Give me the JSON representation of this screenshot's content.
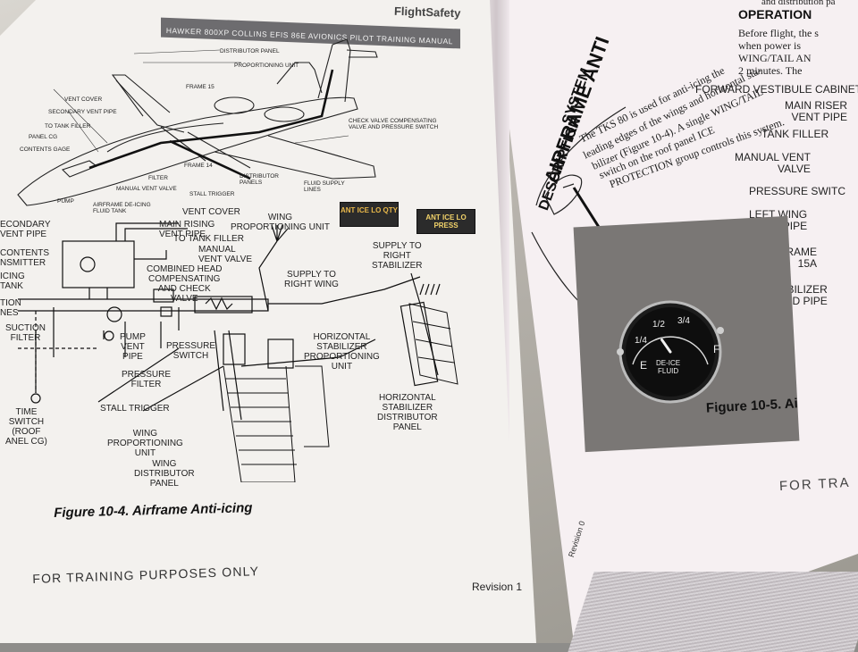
{
  "left_page": {
    "brand": "FlightSafety",
    "header": "HAWKER 800XP COLLINS EFIS 86E AVIONICS  PILOT TRAINING MANUAL",
    "diagram_top_labels": [
      "DISTRIBUTOR PANEL",
      "PROPORTIONING UNIT",
      "FRAME 15",
      "VENT COVER",
      "SECONDARY VENT PIPE",
      "TO TANK FILLER",
      "PANEL CG",
      "CONTENTS GAGE",
      "CHECK VALVE COMPENSATING VALVE AND PRESSURE SWITCH",
      "FRAME 14",
      "FILTER",
      "DISTRIBUTOR PANELS",
      "FLUID SUPPLY LINES",
      "PUMP",
      "MANUAL VENT VALVE",
      "AIRFRAME DE-ICING FLUID TANK",
      "STALL TRIGGER"
    ],
    "annunciators": [
      "ANT ICE LO QTY",
      "ANT ICE LO PRESS"
    ],
    "schematic_labels": {
      "secondary_vent_pipe": "ECONDARY\nVENT PIPE",
      "vent_cover": "VENT COVER",
      "main_rising_vent_pipe": "MAIN RISING\nVENT PIPE",
      "wing_prop_unit": "WING\nPROPORTIONING UNIT",
      "to_tank_filler": "TO TANK FILLER",
      "contents_transmitter": "CONTENTS\nNSMITTER",
      "manual_vent_valve": "MANUAL\nVENT VALVE",
      "icing_tank": "ICING\nTANK",
      "combined_head": "COMBINED HEAD\nCOMPENSATING\nAND CHECK\nVALVE",
      "supply_right_wing": "SUPPLY TO\nRIGHT WING",
      "supply_right_stab": "SUPPLY TO\nRIGHT\nSTABILIZER",
      "tion_nes": "TION\nNES",
      "suction_filter": "SUCTION\nFILTER",
      "pump_vent_pipe": "PUMP\nVENT\nPIPE",
      "pressure_switch": "PRESSURE\nSWITCH",
      "pressure_filter": "PRESSURE\nFILTER",
      "hs_prop_unit": "HORIZONTAL\nSTABILIZER\nPROPORTIONING\nUNIT",
      "time_switch": "TIME\nSWITCH\n(ROOF\nANEL CG)",
      "stall_trigger": "STALL TRIGGER",
      "hs_dist_panel": "HORIZONTAL\nSTABILIZER\nDISTRIBUTOR\nPANEL",
      "wing_prop_unit2": "WING\nPROPORTIONING\nUNIT",
      "wing_dist_panel": "WING\nDISTRIBUTOR\nPANEL"
    },
    "caption": "Figure 10-4.  Airframe Anti-icing",
    "footer": "FOR TRAINING PURPOSES ONLY",
    "revision": "Revision 1"
  },
  "right_page": {
    "title": "AIRFRAME ANTI",
    "subtitle": "DESCRIPTION",
    "subtitle2": "SYSTEM",
    "body_lines": [
      "The TKS 80 is used for anti-icing the",
      "leading edges of the wings and horizontal sta-",
      "bilizer (Figure 10-4). A single WING/TAIL",
      "switch on the roof panel ICE",
      "PROTECTION group controls this system."
    ],
    "operation_heading": "OPERATION",
    "operation_lines": [
      "Before flight, the s",
      "when power is",
      "WING/TAIL AN",
      "2 minutes. The"
    ],
    "top_fragment": "and distribution pa",
    "labels": [
      "FORWARD VESTIBULE CABINET,",
      "MAIN RISER\nVENT PIPE",
      "TANK FILLER",
      "MANUAL VENT\nVALVE",
      "PRESSURE SWITC",
      "LEFT WING\nFEED PIPE",
      "FRAME\n15A",
      "STABILIZER\nFEED PIPE"
    ],
    "gauge": {
      "marks": [
        "1/4",
        "1/2",
        "3/4",
        "E",
        "F"
      ],
      "face_text": "DE-ICE\nFLUID",
      "level": 0.5
    },
    "figure_caption": "Figure 10-5.  Ai",
    "footer": "FOR TRA",
    "revision": "Revision 0"
  }
}
